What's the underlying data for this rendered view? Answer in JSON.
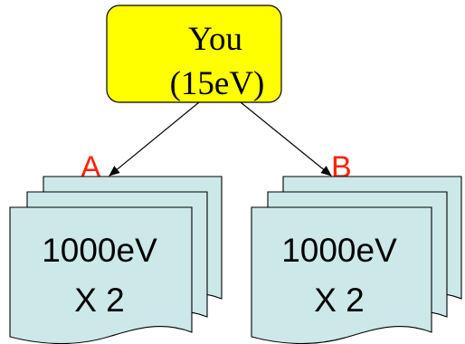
{
  "you_box": {
    "line1": "You",
    "line2": "(15eV)",
    "fill_color": "#ffff00",
    "stroke_color": "#000000"
  },
  "branches": [
    {
      "label": "A",
      "label_color": "#ff2200",
      "document_stack": {
        "line1": "1000eV",
        "line2": "X 2",
        "fill_color": "#cce8e8",
        "stroke_color": "#000000"
      }
    },
    {
      "label": "B",
      "label_color": "#ff2200",
      "document_stack": {
        "line1": "1000eV",
        "line2": "X 2",
        "fill_color": "#cce8e8",
        "stroke_color": "#000000"
      }
    }
  ]
}
